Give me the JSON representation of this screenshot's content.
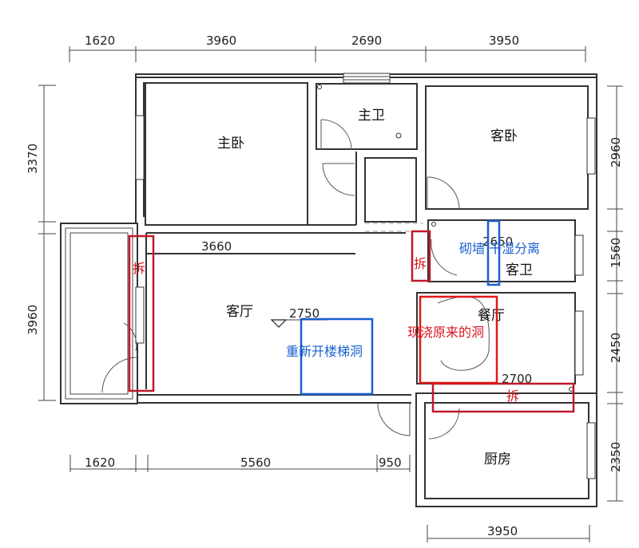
{
  "dimensions": {
    "top": [
      "1620",
      "3960",
      "2690",
      "3950"
    ],
    "bottom": [
      "1620",
      "5560",
      "950"
    ],
    "bottom_kitchen": "3950",
    "left": [
      "3370",
      "3960"
    ],
    "right": [
      "2960",
      "1560",
      "2450",
      "2350"
    ],
    "inner": {
      "living_wall": "3660",
      "living_stair": "2750",
      "guest_bath": "2650",
      "dining": "2700"
    }
  },
  "rooms": {
    "master_bedroom": "主卧",
    "master_bath": "主卫",
    "guest_bedroom": "客卧",
    "guest_bath": "客卫",
    "living_room": "客厅",
    "dining_room": "餐厅",
    "kitchen": "厨房"
  },
  "annotations": {
    "demolish_left": "拆",
    "demolish_middle": "拆",
    "demolish_bottom": "拆",
    "build_wall": "砌墙 干湿分离",
    "restore_hole": "现浇原来的洞",
    "new_stair": "重新开楼梯洞"
  },
  "colors": {
    "red": "#d9141d",
    "blue": "#1a5fd0",
    "wall": "#333333"
  }
}
